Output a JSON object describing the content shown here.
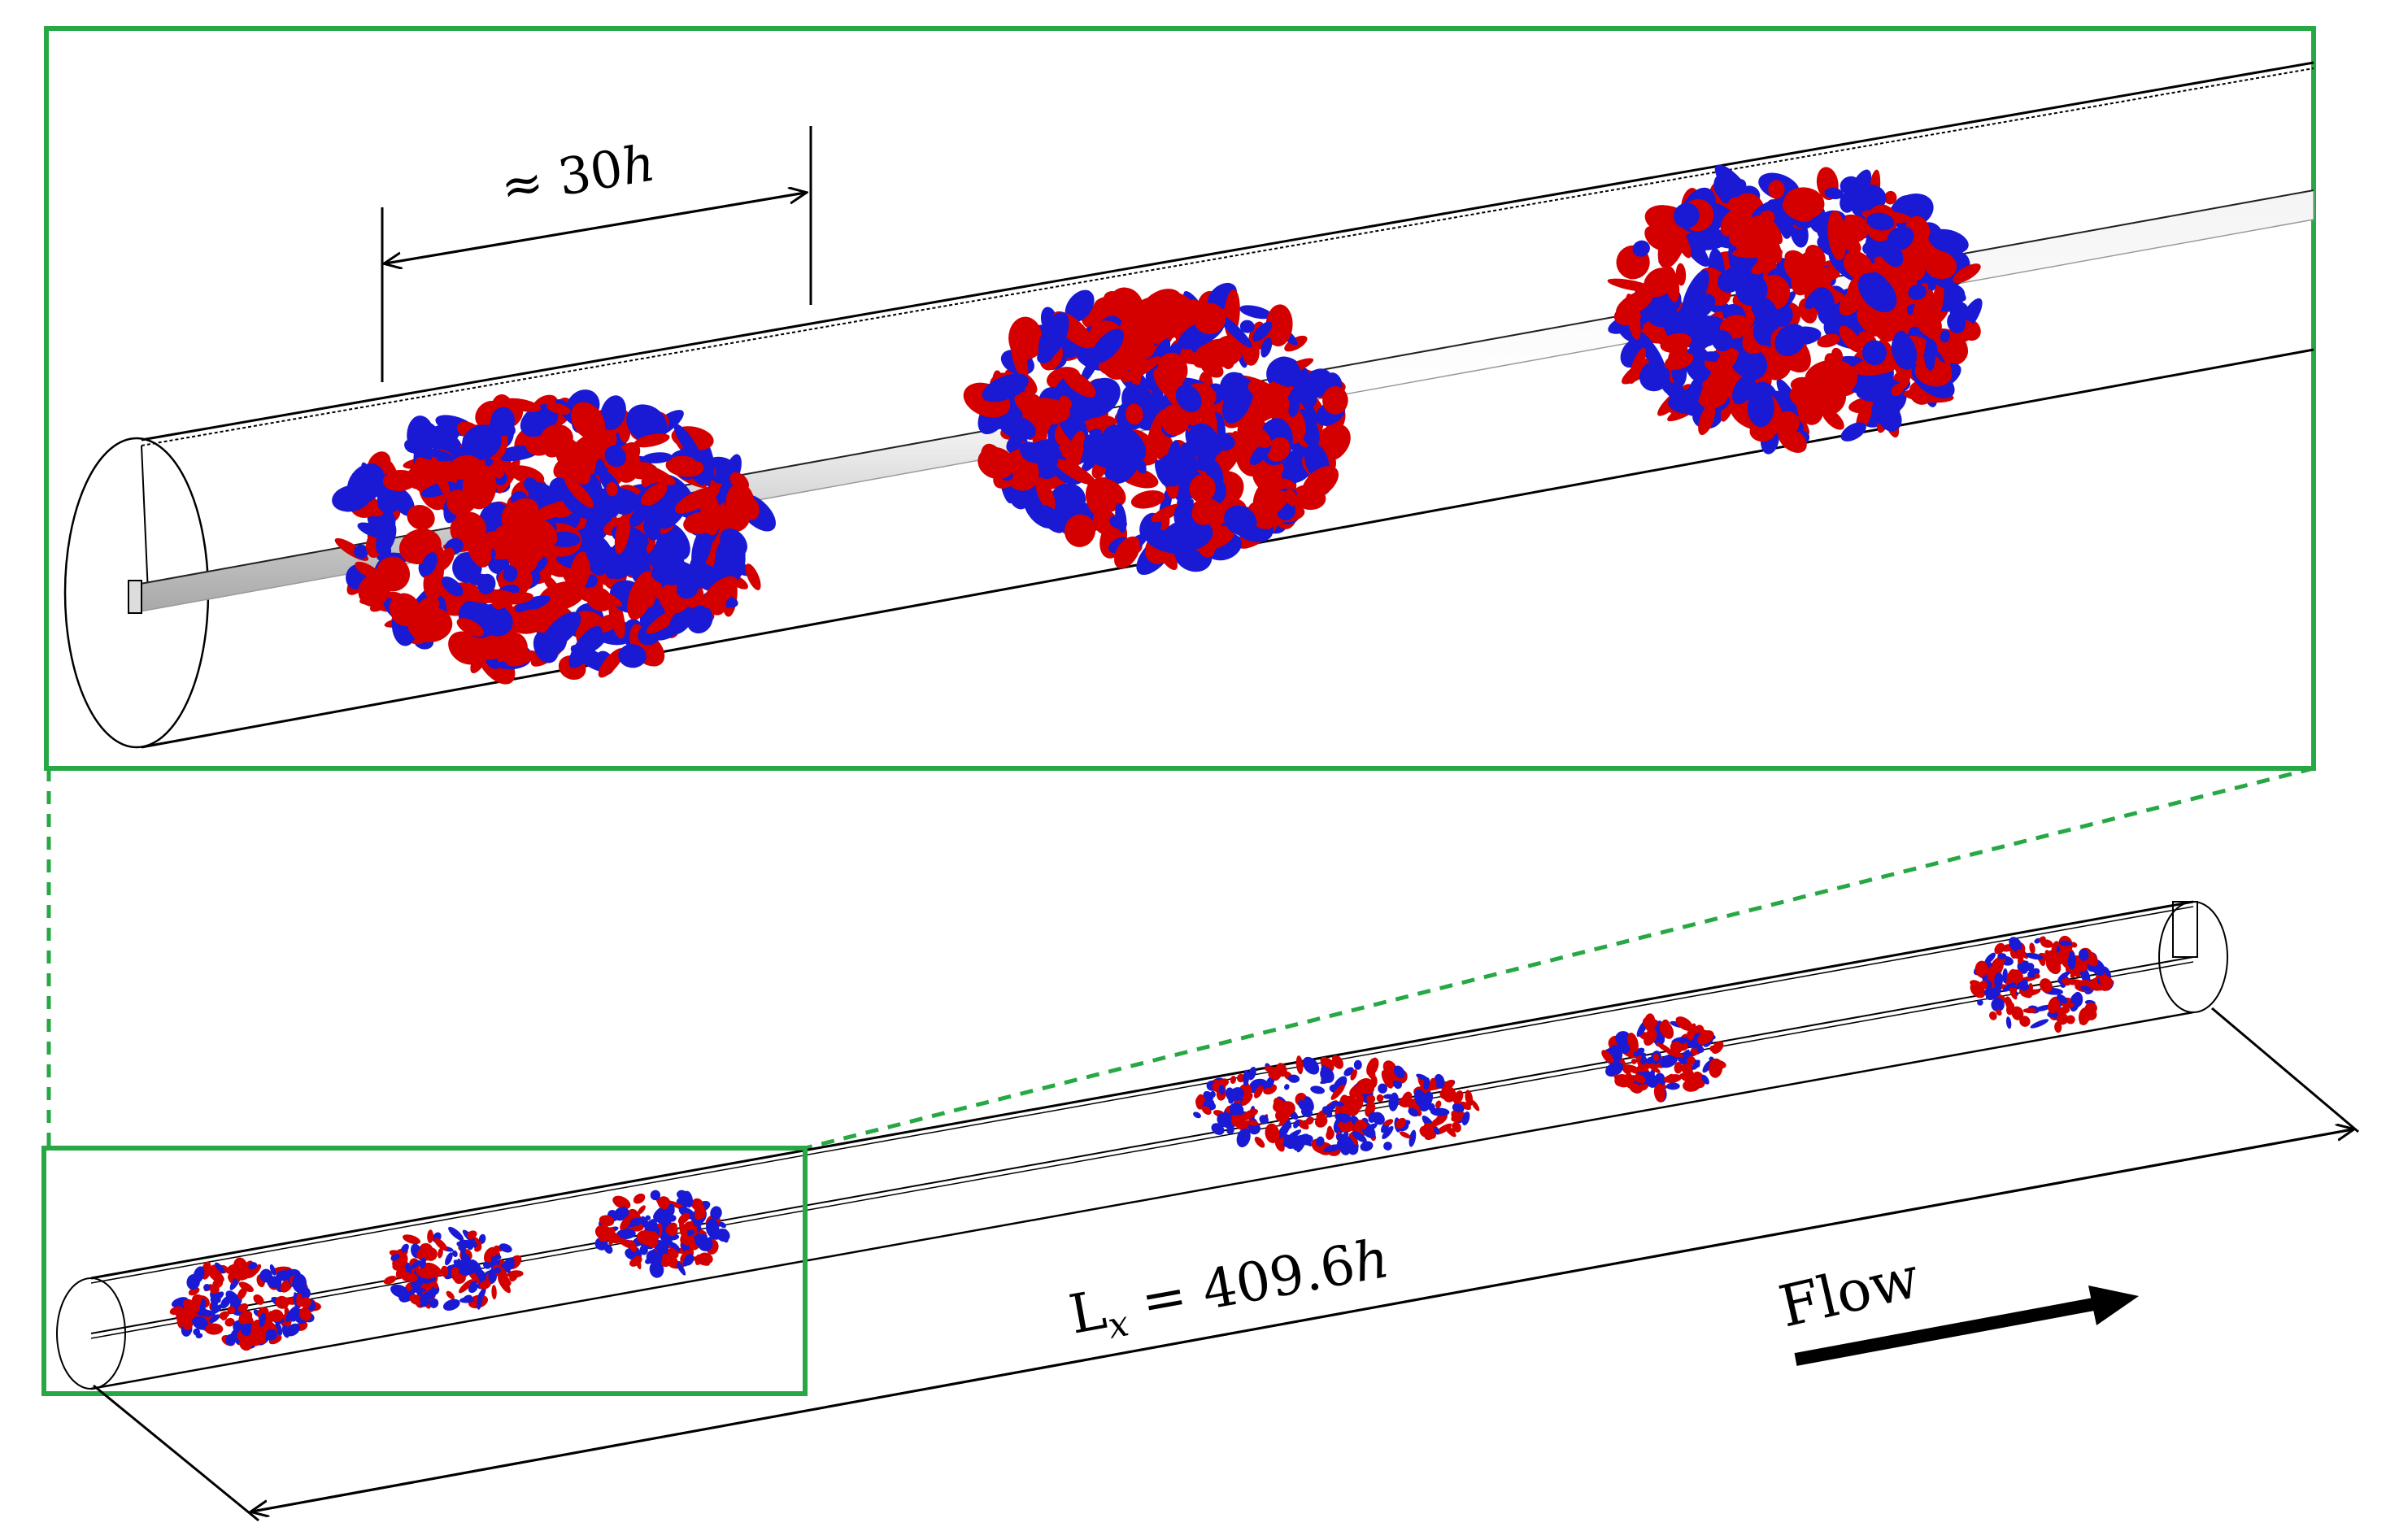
{
  "labels": {
    "spacing_approx": "≈ 30",
    "spacing_unit": "h",
    "length_main": "L",
    "length_sub": "x",
    "length_eq": " = 409.6",
    "length_unit": "h",
    "flow": "Flow"
  },
  "colors": {
    "highlight_box": "#27a844",
    "vortex_positive": "#d40000",
    "vortex_negative": "#1a1ad4",
    "pipe_outline": "#000000",
    "inner_rod": "#d8d8d8"
  },
  "zoom_view": {
    "puffs": [
      {
        "name": "puff-1"
      },
      {
        "name": "puff-2"
      },
      {
        "name": "puff-3"
      }
    ]
  },
  "full_view": {
    "puffs": [
      {
        "name": "puff-a"
      },
      {
        "name": "puff-b"
      },
      {
        "name": "puff-c"
      },
      {
        "name": "puff-d"
      },
      {
        "name": "puff-e"
      },
      {
        "name": "puff-f"
      }
    ]
  }
}
